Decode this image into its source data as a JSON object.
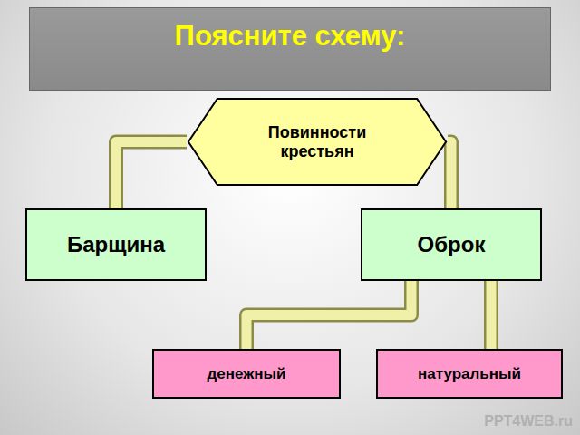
{
  "diagram": {
    "title": "Поясните схему:",
    "nodes": [
      {
        "text": [
          "Повинности крестьян"
        ]
      },
      {
        "text": [
          "Барщина"
        ]
      },
      {
        "text": [
          "Оброк"
        ]
      },
      {
        "text": [
          "денежный"
        ]
      },
      {
        "text": [
          "натуральный"
        ]
      }
    ],
    "edges": [
      {
        "from": 0,
        "to": 1,
        "arrow": "none"
      },
      {
        "from": 0,
        "to": 2,
        "arrow": "none"
      },
      {
        "from": 2,
        "to": 3,
        "arrow": "none"
      },
      {
        "from": 2,
        "to": 4,
        "arrow": "none"
      }
    ],
    "labels": [
      "PPT4WEB.ru"
    ]
  }
}
